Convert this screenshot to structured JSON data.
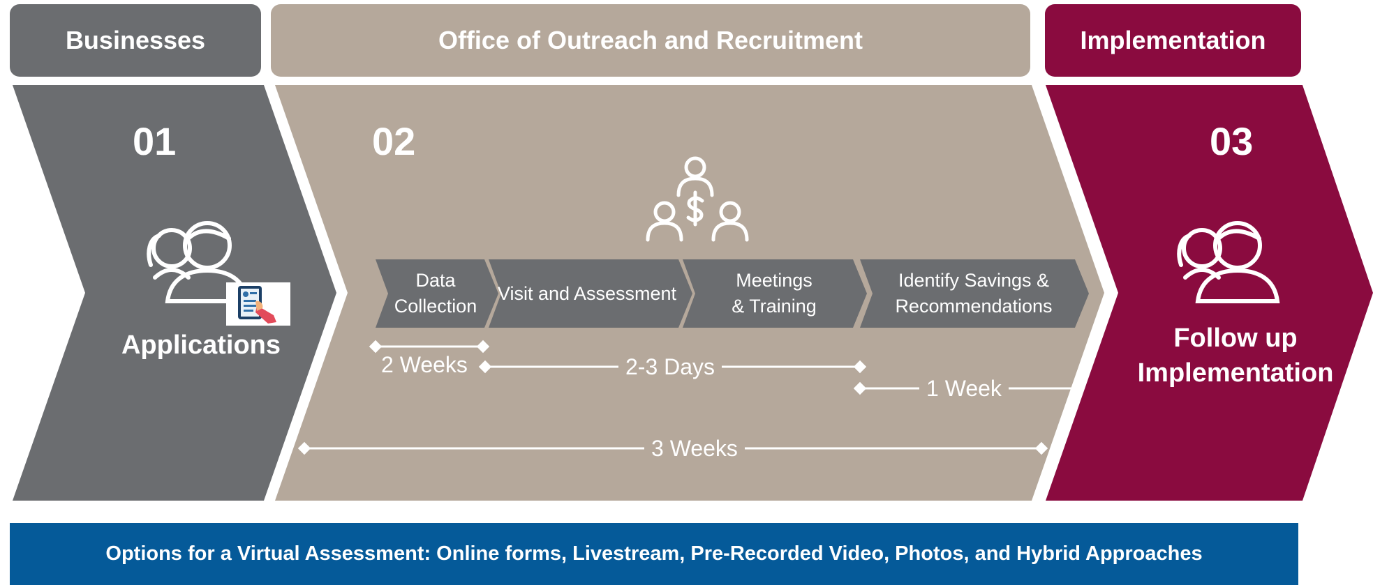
{
  "headers": {
    "businesses": "Businesses",
    "office": "Office of Outreach and Recruitment",
    "implementation": "Implementation"
  },
  "phases": [
    {
      "number": "01",
      "label": "Applications",
      "color": "#6b6d70"
    },
    {
      "number": "02",
      "label": "",
      "color": "#b5a89b"
    },
    {
      "number": "03",
      "label": "Follow up\nImplementation",
      "color": "#8a0b3f"
    }
  ],
  "steps": [
    {
      "label": "Data\nCollection"
    },
    {
      "label": "Visit and Assessment"
    },
    {
      "label": "Meetings\n& Training"
    },
    {
      "label": "Identify Savings &\nRecommendations"
    }
  ],
  "durations": {
    "data_collection": "2 Weeks",
    "visit_meetings": "2-3 Days",
    "identify": "1 Week",
    "total": "3 Weeks"
  },
  "icons": {
    "applicant": "person-pair-icon",
    "application_form": "tablet-form-icon",
    "team_savings": "team-dollar-icon",
    "follow_up": "person-pair-icon"
  },
  "banner": {
    "text": "Options for a Virtual Assessment: Online forms, Livestream, Pre-Recorded Video,  Photos, and Hybrid Approaches"
  },
  "colors": {
    "grey": "#6b6d70",
    "tan": "#b5a89b",
    "maroon": "#8a0b3f",
    "blue": "#055a99"
  }
}
